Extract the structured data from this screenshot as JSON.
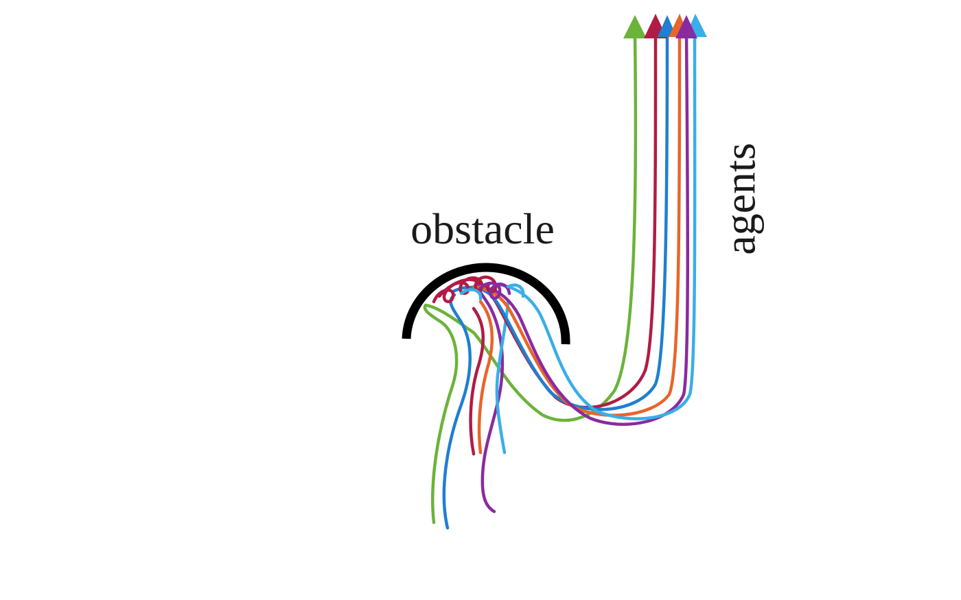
{
  "labels": {
    "obstacle": "obstacle",
    "agents": "agents"
  },
  "colors": {
    "obstacle": "#000000",
    "green": "#6bb33a",
    "crimson": "#b01c45",
    "blue": "#1f7fd0",
    "orange": "#e8652a",
    "purple": "#8a2aa0",
    "skyblue": "#3aaee8"
  },
  "trajectories": [
    {
      "name": "green",
      "color_key": "green"
    },
    {
      "name": "crimson",
      "color_key": "crimson"
    },
    {
      "name": "blue",
      "color_key": "blue"
    },
    {
      "name": "orange",
      "color_key": "orange"
    },
    {
      "name": "purple",
      "color_key": "purple"
    },
    {
      "name": "skyblue",
      "color_key": "skyblue"
    }
  ]
}
